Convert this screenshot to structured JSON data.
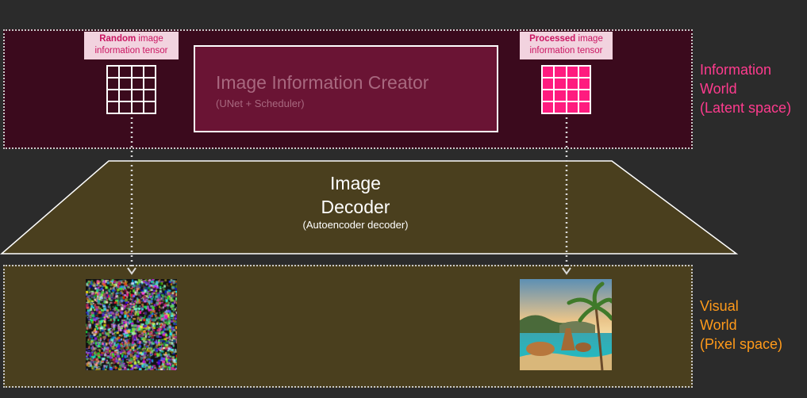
{
  "latent": {
    "label": "Information\nWorld\n(Latent space)",
    "color": "#ff3b8e"
  },
  "pixel": {
    "label": "Visual\nWorld\n(Pixel space)",
    "color": "#ff9a1a"
  },
  "random_tensor": {
    "label_bold": "Random",
    "label_rest": " image information tensor"
  },
  "processed_tensor": {
    "label_bold": "Processed",
    "label_rest": " image information tensor",
    "fill": "#ff1b7f"
  },
  "creator": {
    "title": "Image Information Creator",
    "subtitle": "(UNet + Scheduler)"
  },
  "decoder": {
    "title": "Image\nDecoder",
    "subtitle": "(Autoencoder decoder)"
  },
  "images": {
    "noise": "random-noise-image",
    "output": "tropical-beach-image"
  }
}
